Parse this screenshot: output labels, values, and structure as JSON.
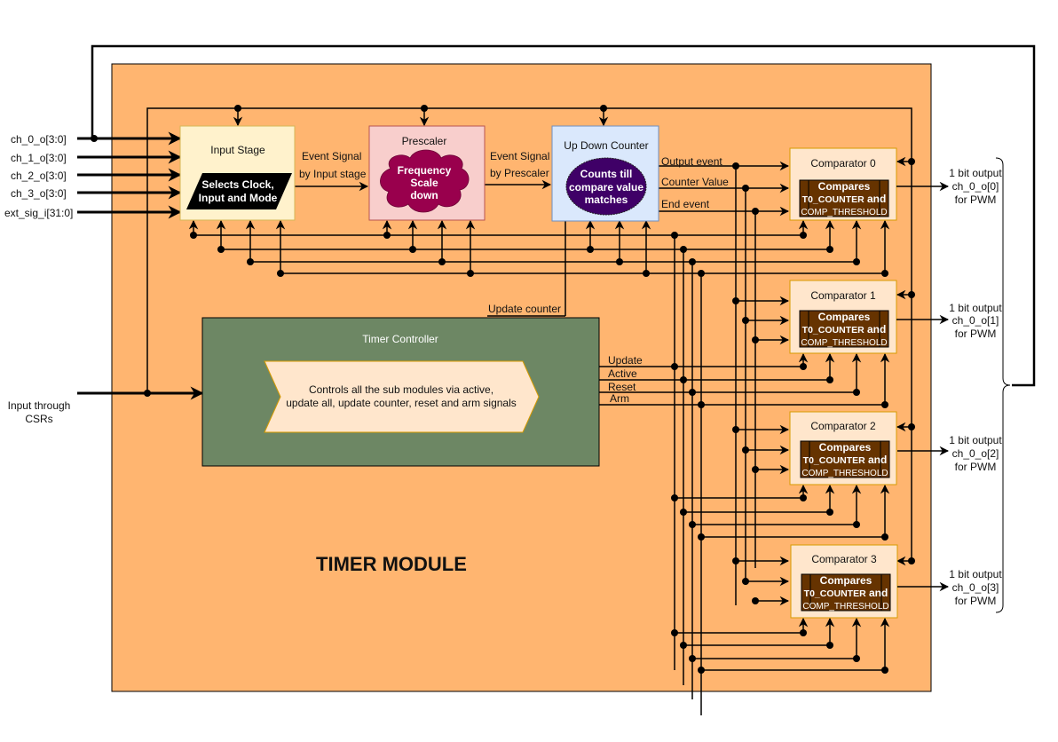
{
  "title": "TIMER MODULE",
  "colors": {
    "module_bg": "#ffb570",
    "input_stage_bg": "#fff2cc",
    "prescaler_bg": "#f8cecc",
    "counter_bg": "#dae8fc",
    "controller_bg": "#6d8764",
    "comparator_bg": "#ffe6cc",
    "comparator_inner_bg": "#663300",
    "cloud_fill": "#99004d",
    "ellipse_fill": "#3f0067"
  },
  "inputs": [
    {
      "label": "ch_0_o[3:0]"
    },
    {
      "label": "ch_1_o[3:0]"
    },
    {
      "label": "ch_2_o[3:0]"
    },
    {
      "label": "ch_3_o[3:0]"
    },
    {
      "label": "ext_sig_i[31:0]"
    }
  ],
  "csr_input": {
    "line1": "Input through",
    "line2": "CSRs"
  },
  "input_stage": {
    "title": "Input Stage",
    "desc_line1": "Selects Clock,",
    "desc_line2": "Input and Mode"
  },
  "event_signal_1": {
    "line1": "Event Signal",
    "line2": "by Input stage"
  },
  "prescaler": {
    "title": "Prescaler",
    "desc_line1": "Frequency",
    "desc_line2": "Scale",
    "desc_line3": "down"
  },
  "event_signal_2": {
    "line1": "Event Signal",
    "line2": "by Prescaler"
  },
  "counter": {
    "title": "Up Down Counter",
    "desc_line1": "Counts till",
    "desc_line2": "compare value",
    "desc_line3": "matches"
  },
  "counter_outputs": [
    "Output event",
    "Counter Value",
    "End event"
  ],
  "update_counter_label": "Update counter",
  "controller": {
    "title": "Timer Controller",
    "desc_line1": "Controls all the sub modules via active,",
    "desc_line2": "update all, update counter, reset and arm signals"
  },
  "control_signals": [
    "Update",
    "Active",
    "Reset",
    "Arm"
  ],
  "comparators": [
    {
      "title": "Comparator 0",
      "inner_line1": "Compares",
      "inner_line2a": "T0_COUNTER",
      "inner_line2b": " and",
      "inner_line3": "COMP_THRESHOLD",
      "out_line1": "1 bit output",
      "out_line2": "ch_0_o[0]",
      "out_line3": "for PWM"
    },
    {
      "title": "Comparator 1",
      "inner_line1": "Compares",
      "inner_line2a": "T0_COUNTER",
      "inner_line2b": " and",
      "inner_line3": "COMP_THRESHOLD",
      "out_line1": "1 bit output",
      "out_line2": "ch_0_o[1]",
      "out_line3": "for PWM"
    },
    {
      "title": "Comparator 2",
      "inner_line1": "Compares",
      "inner_line2a": "T0_COUNTER",
      "inner_line2b": " and",
      "inner_line3": "COMP_THRESHOLD",
      "out_line1": "1 bit output",
      "out_line2": "ch_0_o[2]",
      "out_line3": "for PWM"
    },
    {
      "title": "Comparator 3",
      "inner_line1": "Compares",
      "inner_line2a": "T0_COUNTER",
      "inner_line2b": " and",
      "inner_line3": "COMP_THRESHOLD",
      "out_line1": "1 bit output",
      "out_line2": "ch_0_o[3]",
      "out_line3": "for PWM"
    }
  ]
}
